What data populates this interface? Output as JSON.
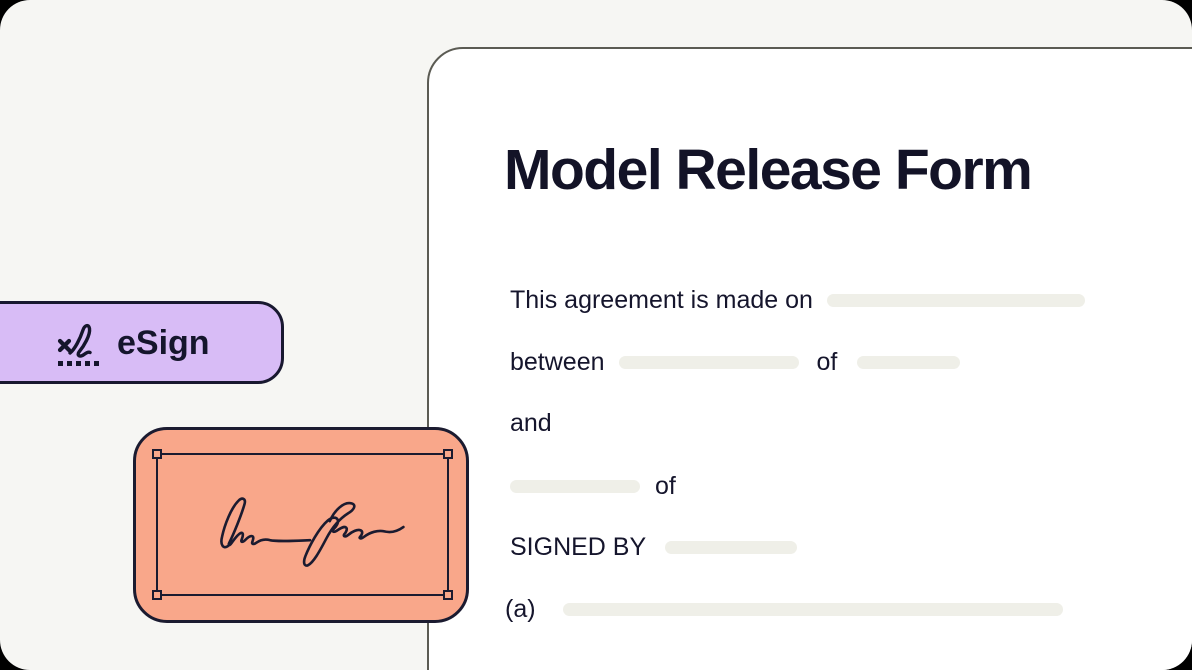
{
  "page": {
    "outer_background_color": "#000000",
    "canvas_background_color": "#f6f6f3"
  },
  "esign_badge": {
    "label": "eSign",
    "icon": "signature-scribble-icon",
    "background_color": "#d8bcf6",
    "border_color": "#18182f",
    "text_color": "#15152c"
  },
  "document": {
    "title": "Model Release Form",
    "background_color": "#ffffff",
    "border_color": "#5b5b53",
    "text_color": "#15152c",
    "placeholder_color": "#efefe8",
    "lines": {
      "line1_text": "This agreement is made on",
      "line2_word": "between",
      "line2_of": "of",
      "line3_word": "and",
      "line4_of": "of",
      "line5_label": "SIGNED BY",
      "line6_label": "(a)"
    }
  },
  "signature_stamp": {
    "description": "placed handwritten signature with selection handles",
    "background_color": "#f9a78a",
    "border_color": "#1b1b30",
    "ink_color": "#1b1b30"
  }
}
